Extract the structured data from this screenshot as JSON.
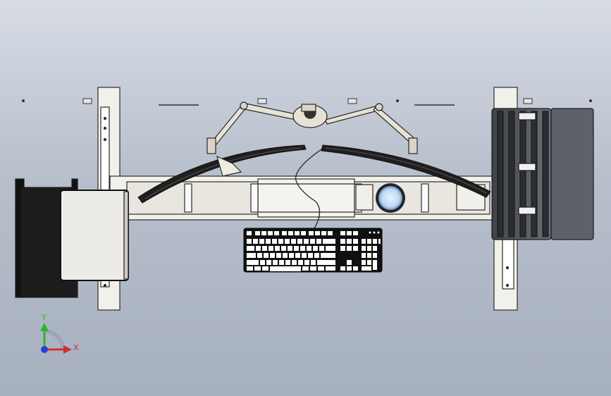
{
  "scene": {
    "kind": "cad-top-view",
    "subject": "desk",
    "colors": {
      "background_top": "#d7dce4",
      "background_bottom": "#a7b0bf",
      "frame": "#f2f0ea",
      "outline": "#2b2b2b",
      "dark_part": "#1c1c1c",
      "pc_case": "#5e6168",
      "x_axis": "#d03030",
      "y_axis": "#2fb52f",
      "z_axis": "#2b3dd6"
    }
  },
  "triad": {
    "x_label": "X",
    "y_label": "Y"
  }
}
